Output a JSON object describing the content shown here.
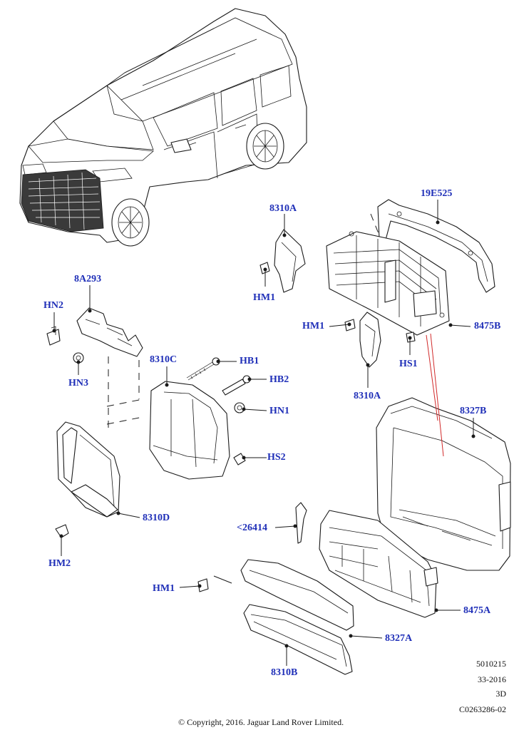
{
  "labels": {
    "p19E525": "19E525",
    "p8310A_top": "8310A",
    "p8310A_bottom": "8310A",
    "hm1_a": "HM1",
    "hm1_b": "HM1",
    "hm1_c": "HM1",
    "p8475B": "8475B",
    "hs1": "HS1",
    "p8A293": "8A293",
    "hn2": "HN2",
    "hn3": "HN3",
    "p8310C": "8310C",
    "hb1": "HB1",
    "hb2": "HB2",
    "hn1": "HN1",
    "hs2": "HS2",
    "p8327B": "8327B",
    "p8310D": "8310D",
    "hm2": "HM2",
    "p26414": "<26414",
    "p8475A": "8475A",
    "p8327A": "8327A",
    "p8310B": "8310B"
  },
  "meta": {
    "line1": "5010215",
    "line2": "33-2016",
    "line3": "3D",
    "line4": "C0263286-02"
  },
  "copyright": "© Copyright, 2016. Jaguar Land Rover Limited.",
  "colors": {
    "label_blue": "#1f2fb8",
    "line": "#1a1a1a",
    "highlight_red": "#d12a2a"
  }
}
